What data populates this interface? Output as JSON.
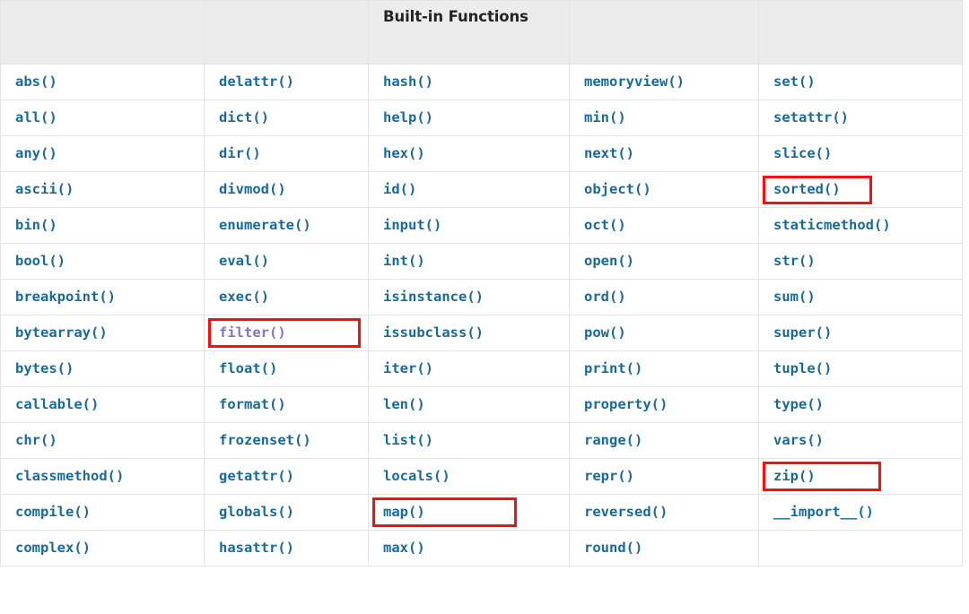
{
  "table": {
    "title": "Built-in Functions",
    "header": [
      "",
      "",
      "Built-in Functions",
      "",
      ""
    ],
    "colors": {
      "link": "#1a6a96",
      "visited_link": "#7e74c9",
      "annotation": "#fc0d0d",
      "header_background": "#ececec",
      "border": "#e1e4e5",
      "header_text": "#242424"
    },
    "rows": [
      [
        {
          "label": "abs()",
          "state": "link",
          "marked": false
        },
        {
          "label": "delattr()",
          "state": "link",
          "marked": false
        },
        {
          "label": "hash()",
          "state": "link",
          "marked": false
        },
        {
          "label": "memoryview()",
          "state": "link",
          "marked": false
        },
        {
          "label": "set()",
          "state": "link",
          "marked": false
        }
      ],
      [
        {
          "label": "all()",
          "state": "link",
          "marked": false
        },
        {
          "label": "dict()",
          "state": "link",
          "marked": false
        },
        {
          "label": "help()",
          "state": "link",
          "marked": false
        },
        {
          "label": "min()",
          "state": "link",
          "marked": false
        },
        {
          "label": "setattr()",
          "state": "link",
          "marked": false
        }
      ],
      [
        {
          "label": "any()",
          "state": "link",
          "marked": false
        },
        {
          "label": "dir()",
          "state": "link",
          "marked": false
        },
        {
          "label": "hex()",
          "state": "link",
          "marked": false
        },
        {
          "label": "next()",
          "state": "link",
          "marked": false
        },
        {
          "label": "slice()",
          "state": "link",
          "marked": false
        }
      ],
      [
        {
          "label": "ascii()",
          "state": "link",
          "marked": false
        },
        {
          "label": "divmod()",
          "state": "link",
          "marked": false
        },
        {
          "label": "id()",
          "state": "link",
          "marked": false
        },
        {
          "label": "object()",
          "state": "link",
          "marked": false
        },
        {
          "label": "sorted()",
          "state": "link",
          "marked": true
        }
      ],
      [
        {
          "label": "bin()",
          "state": "link",
          "marked": false
        },
        {
          "label": "enumerate()",
          "state": "link",
          "marked": false
        },
        {
          "label": "input()",
          "state": "link",
          "marked": false
        },
        {
          "label": "oct()",
          "state": "link",
          "marked": false
        },
        {
          "label": "staticmethod()",
          "state": "link",
          "marked": false
        }
      ],
      [
        {
          "label": "bool()",
          "state": "link",
          "marked": false
        },
        {
          "label": "eval()",
          "state": "link",
          "marked": false
        },
        {
          "label": "int()",
          "state": "link",
          "marked": false
        },
        {
          "label": "open()",
          "state": "link",
          "marked": false
        },
        {
          "label": "str()",
          "state": "link",
          "marked": false
        }
      ],
      [
        {
          "label": "breakpoint()",
          "state": "link",
          "marked": false
        },
        {
          "label": "exec()",
          "state": "link",
          "marked": false
        },
        {
          "label": "isinstance()",
          "state": "link",
          "marked": false
        },
        {
          "label": "ord()",
          "state": "link",
          "marked": false
        },
        {
          "label": "sum()",
          "state": "link",
          "marked": false
        }
      ],
      [
        {
          "label": "bytearray()",
          "state": "link",
          "marked": false
        },
        {
          "label": "filter()",
          "state": "visited",
          "marked": true
        },
        {
          "label": "issubclass()",
          "state": "link",
          "marked": false
        },
        {
          "label": "pow()",
          "state": "link",
          "marked": false
        },
        {
          "label": "super()",
          "state": "link",
          "marked": false
        }
      ],
      [
        {
          "label": "bytes()",
          "state": "link",
          "marked": false
        },
        {
          "label": "float()",
          "state": "link",
          "marked": false
        },
        {
          "label": "iter()",
          "state": "link",
          "marked": false
        },
        {
          "label": "print()",
          "state": "link",
          "marked": false
        },
        {
          "label": "tuple()",
          "state": "link",
          "marked": false
        }
      ],
      [
        {
          "label": "callable()",
          "state": "link",
          "marked": false
        },
        {
          "label": "format()",
          "state": "link",
          "marked": false
        },
        {
          "label": "len()",
          "state": "link",
          "marked": false
        },
        {
          "label": "property()",
          "state": "link",
          "marked": false
        },
        {
          "label": "type()",
          "state": "link",
          "marked": false
        }
      ],
      [
        {
          "label": "chr()",
          "state": "link",
          "marked": false
        },
        {
          "label": "frozenset()",
          "state": "link",
          "marked": false
        },
        {
          "label": "list()",
          "state": "link",
          "marked": false
        },
        {
          "label": "range()",
          "state": "link",
          "marked": false
        },
        {
          "label": "vars()",
          "state": "link",
          "marked": false
        }
      ],
      [
        {
          "label": "classmethod()",
          "state": "link",
          "marked": false
        },
        {
          "label": "getattr()",
          "state": "link",
          "marked": false
        },
        {
          "label": "locals()",
          "state": "link",
          "marked": false
        },
        {
          "label": "repr()",
          "state": "link",
          "marked": false
        },
        {
          "label": "zip()",
          "state": "link",
          "marked": true
        }
      ],
      [
        {
          "label": "compile()",
          "state": "link",
          "marked": false
        },
        {
          "label": "globals()",
          "state": "link",
          "marked": false
        },
        {
          "label": "map()",
          "state": "link",
          "marked": true
        },
        {
          "label": "reversed()",
          "state": "link",
          "marked": false
        },
        {
          "label": "__import__()",
          "state": "link",
          "marked": false
        }
      ],
      [
        {
          "label": "complex()",
          "state": "link",
          "marked": false
        },
        {
          "label": "hasattr()",
          "state": "link",
          "marked": false
        },
        {
          "label": "max()",
          "state": "link",
          "marked": false
        },
        {
          "label": "round()",
          "state": "link",
          "marked": false
        },
        {
          "label": "",
          "state": "empty",
          "marked": false
        }
      ]
    ]
  }
}
